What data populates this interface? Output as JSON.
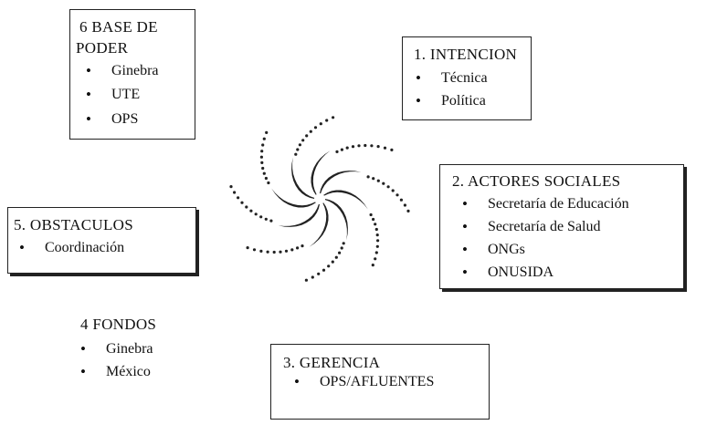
{
  "diagram": {
    "base_de_poder": {
      "title_line1": "6  BASE DE",
      "title_line2": "PODER",
      "items": [
        "Ginebra",
        "UTE",
        "OPS"
      ]
    },
    "intencion": {
      "title": "1.    INTENCION",
      "items": [
        "Técnica",
        "Política"
      ]
    },
    "actores_sociales": {
      "title": "2. ACTORES SOCIALES",
      "items": [
        "Secretaría de Educación",
        "Secretaría de Salud",
        "ONGs",
        "ONUSIDA"
      ]
    },
    "obstaculos": {
      "title": "5. OBSTACULOS",
      "items": [
        "Coordinación"
      ]
    },
    "fondos": {
      "title": "4  FONDOS",
      "items": [
        "Ginebra",
        "México"
      ]
    },
    "gerencia": {
      "title": "3. GERENCIA",
      "items": [
        "OPS/AFLUENTES"
      ]
    }
  },
  "colors": {
    "stroke": "#222222",
    "ink": "#111111",
    "background": "#ffffff"
  },
  "icons": {
    "center": "swirl-star-icon",
    "bullet": "bullet-dot-icon"
  }
}
